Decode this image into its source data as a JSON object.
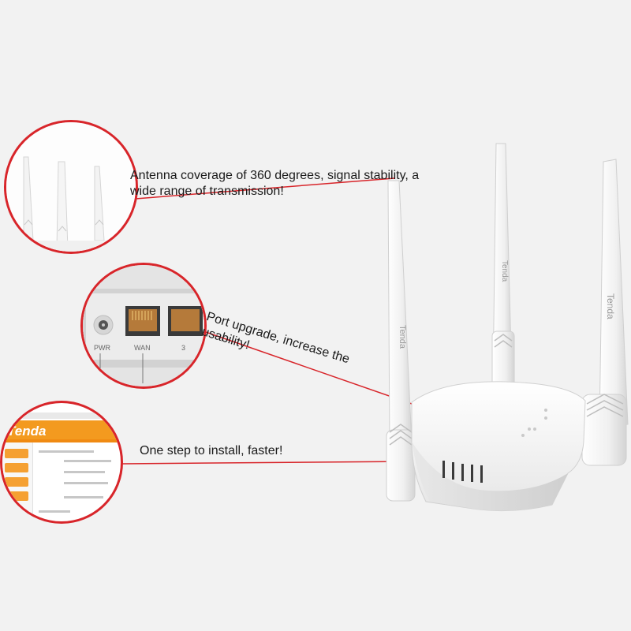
{
  "features": [
    {
      "text": "Antenna coverage of 360 degrees, signal stability, a wide range of transmission!"
    },
    {
      "text": "Port upgrade, increase the usability!"
    },
    {
      "text": "One step to install, faster!"
    }
  ],
  "product": {
    "brand": "Tenda",
    "port_labels": [
      "PWR",
      "WAN",
      "3"
    ],
    "led_labels": [
      "●",
      "●",
      "●"
    ]
  },
  "colors": {
    "accent": "#d8252a",
    "background": "#f2f2f2",
    "brand_orange": "#f39a1f"
  }
}
